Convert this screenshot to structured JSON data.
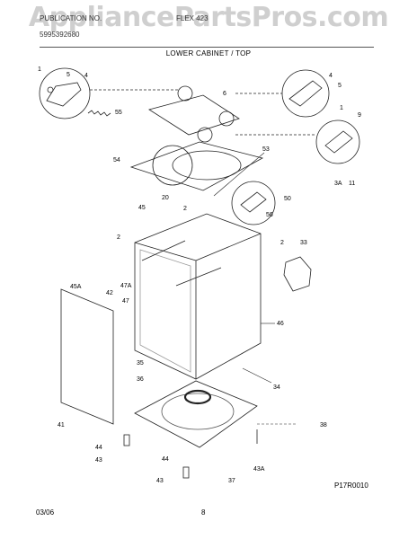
{
  "watermark": "AppliancePartsPros.com",
  "header": {
    "line1": "PUBLICATION NO.",
    "line2": "5995392680",
    "model_prefix": "FLEX 423"
  },
  "title": "LOWER CABINET / TOP",
  "footer": {
    "date": "03/06",
    "page": "8",
    "code": "P17R0010"
  },
  "callouts": {
    "c1": "1",
    "c5": "5",
    "c4": "4",
    "c6": "6",
    "c55": "55",
    "c4r": "4",
    "c5r": "5",
    "c1r": "1",
    "c9": "9",
    "c53": "53",
    "c54": "54",
    "c3A": "3A",
    "c11": "11",
    "c20": "20",
    "c2a": "2",
    "c50": "50",
    "c56": "56",
    "c45": "45",
    "c2b": "2",
    "c2c": "2",
    "c33": "33",
    "c47A": "47A",
    "c47": "47",
    "c45A": "45A",
    "c42": "42",
    "c46": "46",
    "c35": "35",
    "c36": "36",
    "c34": "34",
    "c41": "41",
    "c38": "38",
    "c44a": "44",
    "c43a": "43",
    "c44b": "44",
    "c43b": "43",
    "c37": "37",
    "c43A": "43A"
  }
}
